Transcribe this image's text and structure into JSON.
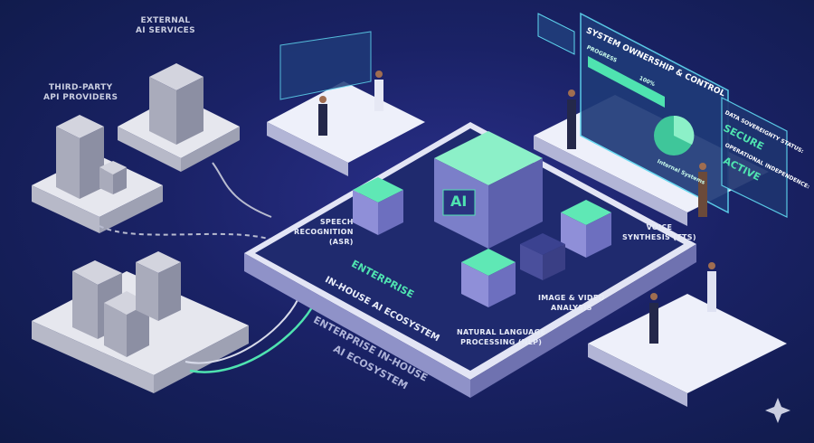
{
  "external": {
    "line1": "EXTERNAL",
    "line2": "AI SERVICES"
  },
  "thirdparty": {
    "line1": "THIRD-PARTY",
    "line2": "API PROVIDERS"
  },
  "modules": {
    "asr": {
      "line1": "SPEECH",
      "line2": "RECOGNITION",
      "line3": "(ASR)"
    },
    "tts": {
      "line1": "VOICE",
      "line2": "SYNTHESIS (TTS)"
    },
    "vision": {
      "line1": "IMAGE & VIDEO",
      "line2": "ANALYSIS"
    },
    "nlp": {
      "line1": "NATURAL LANGUAGE",
      "line2": "PROCESSING (NLP)"
    },
    "core": "AI"
  },
  "platform": {
    "title1": "ENTERPRISE",
    "title2": "IN-HOUSE AI ECOSYSTEM",
    "side1": "ENTERPRISE IN-HOUSE",
    "side2": "AI ECOSYSTEM"
  },
  "dashboard": {
    "title": "SYSTEM OWNERSHIP & CONTROL",
    "progress_label": "PROGRESS",
    "progress_value": "100%",
    "progress": 1.0,
    "pie_label": "Internal Systems"
  },
  "status": {
    "sovereignty_label": "DATA SOVEREIGNTY STATUS:",
    "sovereignty_value": "SECURE",
    "independence_label": "OPERATIONAL INDEPENDENCE:",
    "independence_value": "ACTIVE"
  },
  "colors": {
    "accent": "#4fe3b0",
    "navy": "#16205a",
    "platform": "#d9dcf0"
  }
}
